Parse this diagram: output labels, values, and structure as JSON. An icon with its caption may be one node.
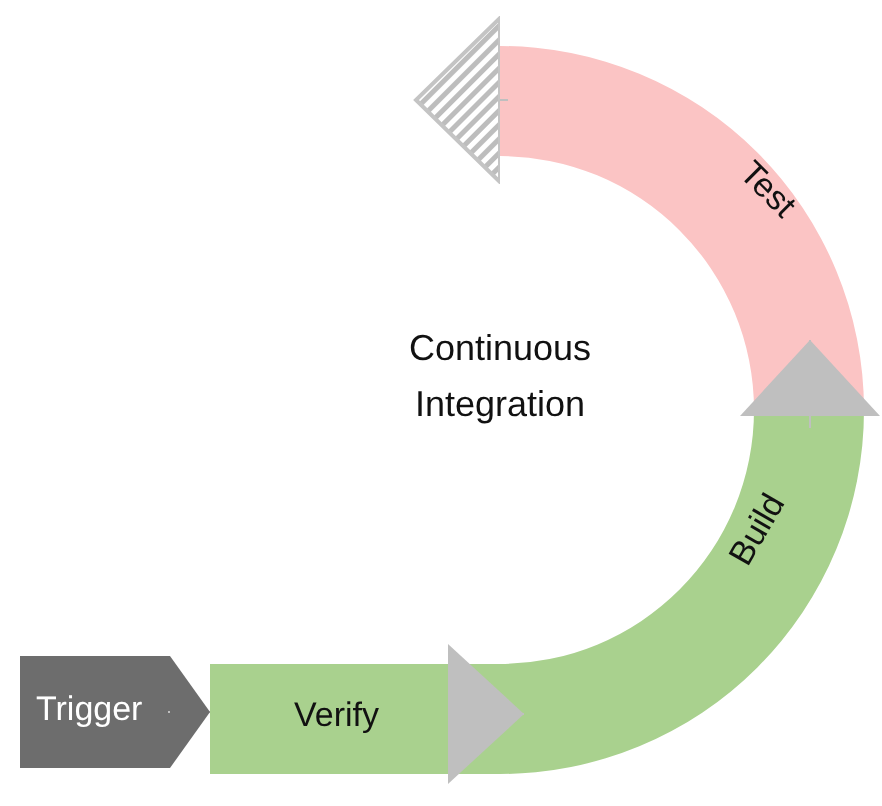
{
  "diagram": {
    "nodes": [
      {
        "text": [
          "Trigger"
        ]
      },
      {
        "text": [
          "Verify"
        ]
      },
      {
        "text": [
          "Build"
        ]
      },
      {
        "text": [
          "Test"
        ]
      }
    ],
    "edges": [
      {
        "from": 0,
        "to": 1,
        "arrow": "to"
      },
      {
        "from": 1,
        "to": 2,
        "arrow": "to"
      },
      {
        "from": 2,
        "to": 3,
        "arrow": "to"
      },
      {
        "from": 3,
        "to": null,
        "arrow": "to"
      }
    ],
    "labels": [
      "Continuous Integration"
    ]
  }
}
